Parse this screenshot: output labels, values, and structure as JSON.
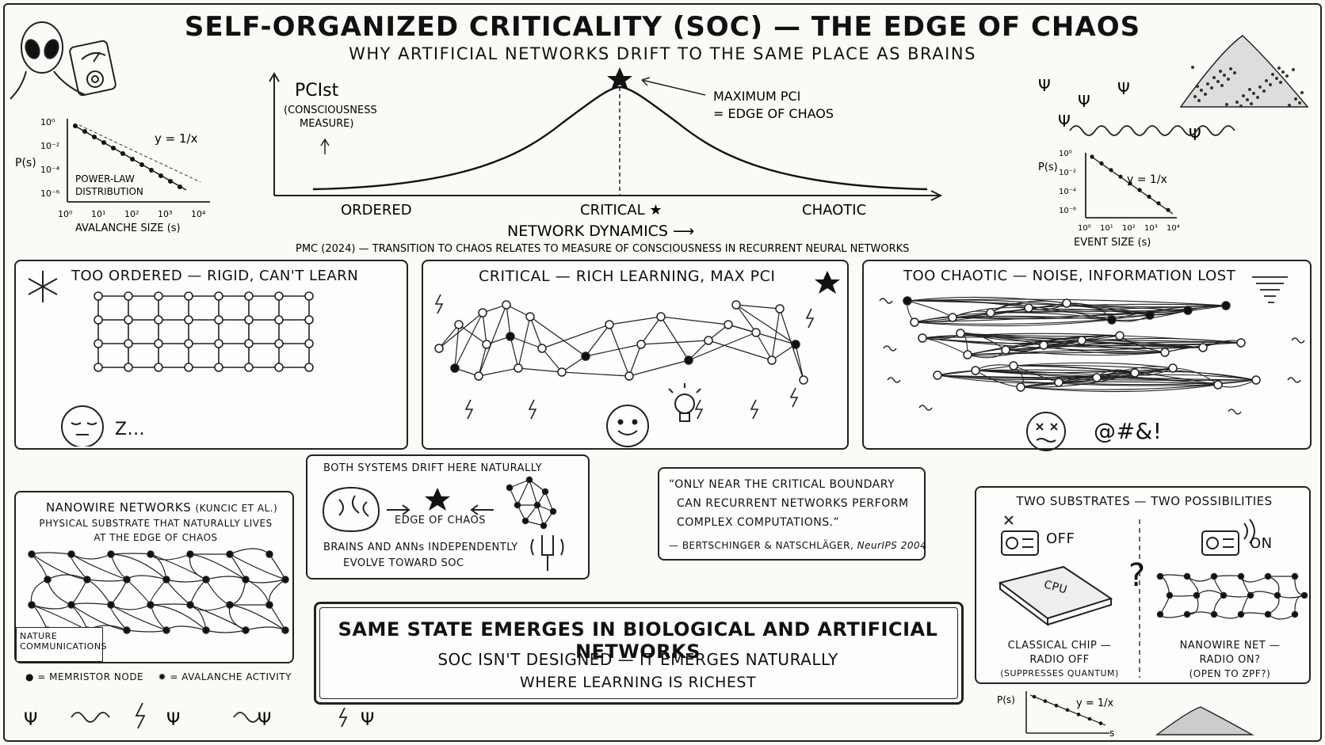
{
  "header": {
    "title": "SELF-ORGANIZED CRITICALITY (SOC) — THE EDGE OF CHAOS",
    "subtitle": "WHY ARTIFICIAL NETWORKS DRIFT TO THE SAME PLACE AS BRAINS"
  },
  "main_curve": {
    "y_label": "PCIst",
    "y_sublabel_1": "(CONSCIOUSNESS",
    "y_sublabel_2": "MEASURE)",
    "peak_note_1": "MAXIMUM PCI",
    "peak_note_2": "= EDGE OF CHAOS",
    "x_ordered": "ORDERED",
    "x_critical": "CRITICAL ★",
    "x_chaotic": "CHAOTIC",
    "x_axis_label": "NETWORK DYNAMICS ⟶",
    "citation": "PMC (2024) — TRANSITION TO CHAOS RELATES TO MEASURE OF CONSCIOUSNESS IN RECURRENT NEURAL NETWORKS"
  },
  "left_powerlaw": {
    "ylabel": "P(s)",
    "xlabel": "AVALANCHE SIZE (s)",
    "formula": "y = 1/x",
    "note_1": "POWER-LAW",
    "note_2": "DISTRIBUTION",
    "yticks": [
      "10⁰",
      "10⁻²",
      "10⁻⁴",
      "10⁻⁶"
    ],
    "xticks": [
      "10⁰",
      "10¹",
      "10²",
      "10³",
      "10⁴"
    ]
  },
  "right_powerlaw": {
    "ylabel": "P(s)",
    "xlabel": "EVENT SIZE (s)",
    "formula": "y = 1/x",
    "yticks": [
      "10⁰",
      "10⁻²",
      "10⁻⁴",
      "10⁻⁶"
    ],
    "xticks": [
      "10⁰",
      "10¹",
      "10²",
      "10³",
      "10⁴"
    ]
  },
  "panels": {
    "ordered": {
      "title": "TOO ORDERED — RIGID, CAN'T LEARN",
      "sleep": "Z..."
    },
    "critical": {
      "title": "CRITICAL — RICH LEARNING, MAX PCI"
    },
    "chaotic": {
      "title": "TOO CHAOTIC — NOISE, INFORMATION LOST",
      "curse": "@#&!"
    }
  },
  "nanowire": {
    "title": "NANOWIRE NETWORKS",
    "author": "(KUNCIC ET AL.)",
    "desc_1": "PHYSICAL SUBSTRATE THAT NATURALLY LIVES",
    "desc_2": "AT THE EDGE OF CHAOS",
    "badge_1": "NATURE",
    "badge_2": "COMMUNICATIONS",
    "legend_node": "= MEMRISTOR NODE",
    "legend_aval": "= AVALANCHE ACTIVITY"
  },
  "drift": {
    "title": "BOTH SYSTEMS DRIFT HERE NATURALLY",
    "center": "EDGE OF CHAOS",
    "line_1": "BRAINS AND ANNs INDEPENDENTLY",
    "line_2": "EVOLVE TOWARD SOC"
  },
  "quote": {
    "line_1": "“ONLY NEAR THE CRITICAL BOUNDARY",
    "line_2": "CAN RECURRENT NETWORKS PERFORM",
    "line_3": "COMPLEX COMPUTATIONS.”",
    "attribution": "— BERTSCHINGER & NATSCHLÄGER,",
    "venue": "NeurIPS 2004"
  },
  "conclusion": {
    "headline": "SAME STATE EMERGES IN BIOLOGICAL AND ARTIFICIAL NETWORKS",
    "line_1": "SOC ISN'T DESIGNED — IT EMERGES NATURALLY",
    "line_2": "WHERE LEARNING IS RICHEST"
  },
  "substrates": {
    "title": "TWO SUBSTRATES — TWO POSSIBILITIES",
    "off": "OFF",
    "on": "ON",
    "chip": "CPU",
    "question": "?",
    "left_1": "CLASSICAL CHIP —",
    "left_2": "RADIO OFF",
    "left_3": "(SUPPRESSES QUANTUM)",
    "right_1": "NANOWIRE NET —",
    "right_2": "RADIO ON?",
    "right_3": "(OPEN TO ZPF?)"
  },
  "bottom_mini": {
    "ylabel": "P(s)",
    "formula": "y = 1/x",
    "xlabel": "s"
  },
  "psi": "Ψ",
  "icons": [
    "alien-icon",
    "meter-icon",
    "snowflake-icon",
    "sleepy-face-icon",
    "lightning-icon",
    "smiley-face-icon",
    "lightbulb-icon",
    "dizzy-face-icon",
    "tornado-icon",
    "brain-icon",
    "network-icon",
    "tuning-fork-icon",
    "radio-icon",
    "chip-icon",
    "sandpile-icon",
    "star-icon"
  ]
}
